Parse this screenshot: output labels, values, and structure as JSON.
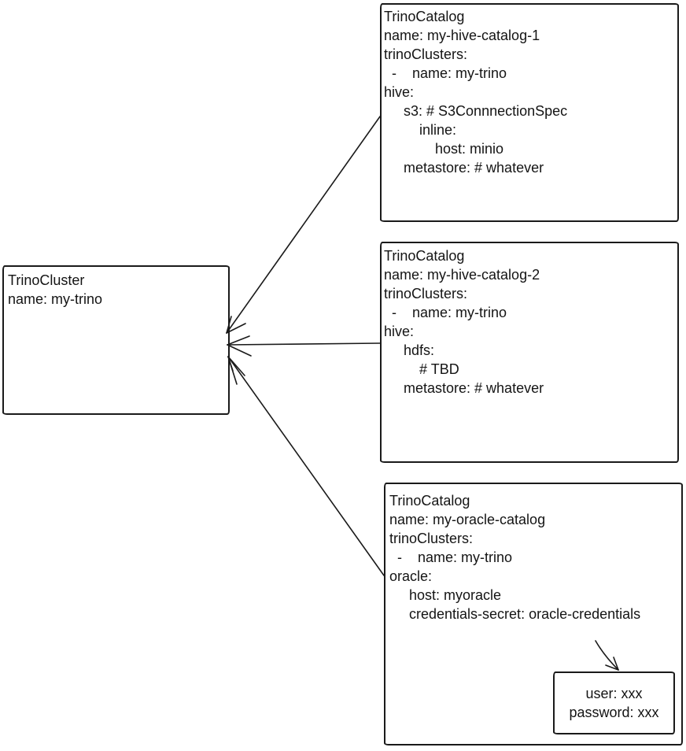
{
  "diagram": {
    "colors": {
      "stroke": "#1a1a1a",
      "ink": "#141414",
      "bg": "#ffffff"
    },
    "cluster": {
      "lines": [
        "TrinoCluster",
        "name: my-trino"
      ]
    },
    "catalogs": [
      {
        "lines": [
          "TrinoCatalog",
          "name: my-hive-catalog-1",
          "trinoClusters:",
          "  -    name: my-trino",
          "hive:",
          "     s3: # S3ConnnectionSpec",
          "         inline:",
          "             host: minio",
          "     metastore: # whatever"
        ]
      },
      {
        "lines": [
          "TrinoCatalog",
          "name: my-hive-catalog-2",
          "trinoClusters:",
          "  -    name: my-trino",
          "hive:",
          "     hdfs:",
          "         # TBD",
          "     metastore: # whatever"
        ]
      },
      {
        "lines": [
          "TrinoCatalog",
          "name: my-oracle-catalog",
          "trinoClusters:",
          "  -    name: my-trino",
          "oracle:",
          "     host: myoracle",
          "     credentials-secret: oracle-credentials"
        ]
      }
    ],
    "secret": {
      "lines": [
        "user: xxx",
        "password: xxx"
      ]
    },
    "connections": [
      {
        "from": "my-hive-catalog-1",
        "to": "my-trino"
      },
      {
        "from": "my-hive-catalog-2",
        "to": "my-trino"
      },
      {
        "from": "my-oracle-catalog",
        "to": "my-trino"
      },
      {
        "from": "credentials-secret: oracle-credentials",
        "to": "oracle-credentials secret"
      }
    ]
  }
}
